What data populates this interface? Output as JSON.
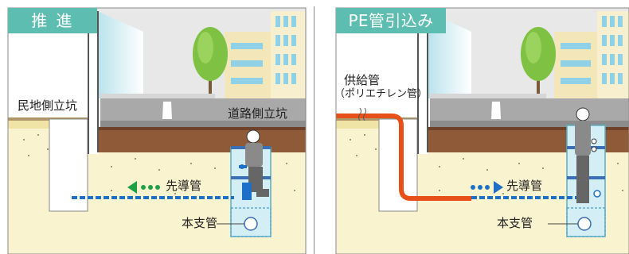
{
  "left_panel": {
    "tab": "推 進",
    "labels": {
      "private_shaft": "民地側立坑",
      "road_shaft": "道路側立坑",
      "pilot_pipe": "先導管",
      "main_pipe": "本支管"
    }
  },
  "right_panel": {
    "tab": "PE管引込み",
    "labels": {
      "supply_pipe": "供給管",
      "supply_pipe_note": "（ポリエチレン管）",
      "pilot_pipe": "先導管",
      "main_pipe": "本支管"
    }
  },
  "colors": {
    "tab": "#5cbdb0",
    "soil": "#faf3cf",
    "road": "#a5a5a5",
    "pipe_blue": "#1e6fc8",
    "pe_pipe": "#e8501a",
    "arrow_green": "#1fa048"
  }
}
